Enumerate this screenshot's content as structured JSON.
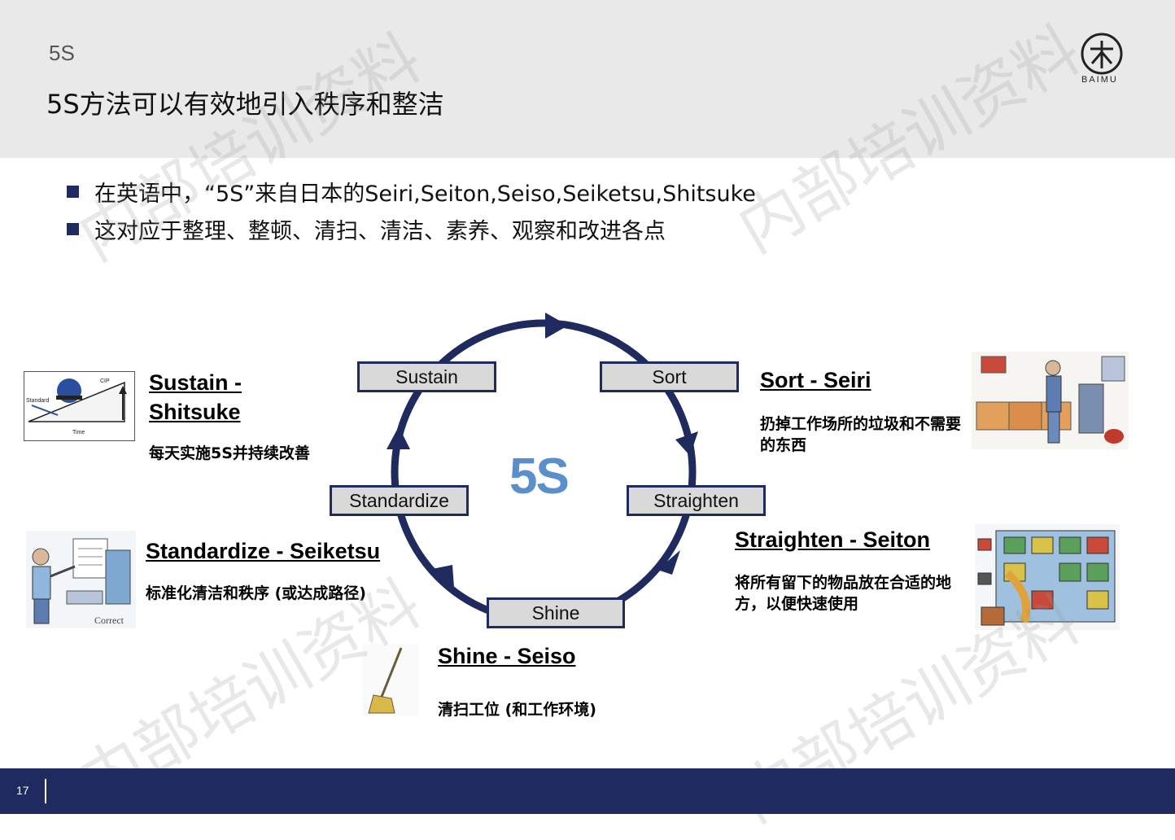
{
  "header": {
    "section_label": "5S",
    "title": "5S方法可以有效地引入秩序和整洁",
    "logo_text": "BAIMU"
  },
  "bullets": [
    "在英语中，“5S”来自日本的Seiri,Seiton,Seiso,Seiketsu,Shitsuke",
    "这对应于整理、整顿、清扫、清洁、素养、观察和改进各点"
  ],
  "cycle": {
    "center": "5S",
    "stages": [
      "Sort",
      "Straighten",
      "Shine",
      "Standardize",
      "Sustain"
    ]
  },
  "stages": {
    "sort": {
      "title": "Sort - Seiri",
      "desc": "扔掉工作场所的垃圾和不需要的东西"
    },
    "straighten": {
      "title": "Straighten - Seiton",
      "desc": "将所有留下的物品放在合适的地方，以便快速使用"
    },
    "shine": {
      "title": "Shine - Seiso",
      "desc": "清扫工位 (和工作环境)"
    },
    "standardize": {
      "title": "Standardize - Seiketsu",
      "desc": "标准化清洁和秩序 (或达成路径)"
    },
    "sustain": {
      "title": "Sustain - Shitsuke",
      "desc": "每天实施5S并持续改善"
    }
  },
  "illustrations": {
    "sustain_chart": {
      "label_standard": "Standard",
      "label_cip": "CIP",
      "label_time": "Time"
    },
    "standardize_caption": "Correct"
  },
  "watermark": "内部培训资料",
  "footer": {
    "page_number": "17"
  },
  "colors": {
    "navy": "#1f2a5e",
    "box_fill": "#d9d9d9",
    "center_blue": "#5b8fc9",
    "header_bg": "#e9e9e9"
  }
}
